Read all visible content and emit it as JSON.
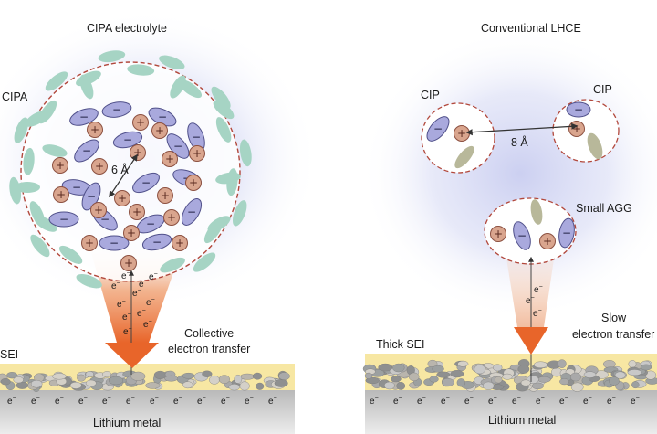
{
  "left_panel": {
    "title": "CIPA electrolyte",
    "cluster_label": "CIPA",
    "distance_label": "6 Å",
    "transfer_label_line1": "Collective",
    "transfer_label_line2": "electron transfer",
    "sei_label": "SEI",
    "metal_label": "Lithium metal"
  },
  "right_panel": {
    "title": "Conventional LHCE",
    "cip_left_label": "CIP",
    "cip_right_label": "CIP",
    "distance_label": "8 Å",
    "agg_label": "Small AGG",
    "transfer_label_line1": "Slow",
    "transfer_label_line2": "electron transfer",
    "sei_label": "Thick SEI",
    "metal_label": "Lithium metal"
  },
  "symbols": {
    "electron": "e",
    "electron_sup": "−",
    "cation_sign": "+",
    "anion_sign": "−"
  },
  "colors": {
    "cation_fill": "#d9a58e",
    "cation_stroke": "#8c5040",
    "anion_fill": "#a9a9dd",
    "anion_stroke": "#50508a",
    "solvent_teal": "#a6d4c4",
    "solvent_olive": "#b8b89a",
    "sei_fill": "#f7e7a3",
    "metal_fill": "#cfcfcf",
    "arrow_orange": "#e8652a",
    "boundary_red": "#b2483c"
  }
}
